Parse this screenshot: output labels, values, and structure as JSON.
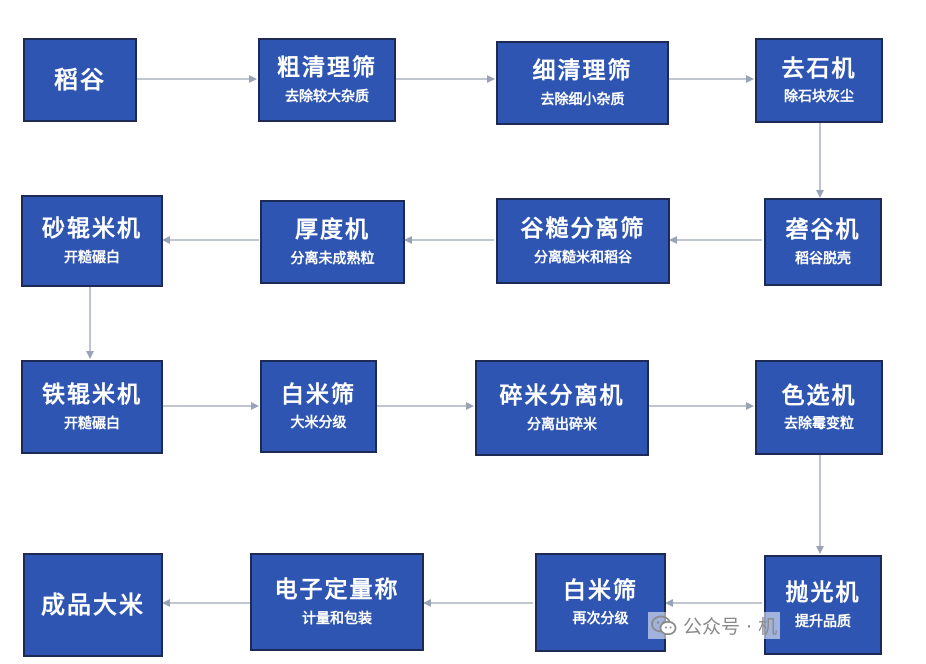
{
  "nodes": {
    "paddy": {
      "title": "稻谷",
      "sub": ""
    },
    "rough_clean": {
      "title": "粗清理筛",
      "sub": "去除较大杂质"
    },
    "fine_clean": {
      "title": "细清理筛",
      "sub": "去除细小杂质"
    },
    "destoner": {
      "title": "去石机",
      "sub": "除石块灰尘"
    },
    "husker": {
      "title": "砻谷机",
      "sub": "稻谷脱壳"
    },
    "paddy_sep": {
      "title": "谷糙分离筛",
      "sub": "分离糙米和稻谷"
    },
    "thickness": {
      "title": "厚度机",
      "sub": "分离未成熟粒"
    },
    "sand_roller": {
      "title": "砂辊米机",
      "sub": "开糙碾白"
    },
    "iron_roller": {
      "title": "铁辊米机",
      "sub": "开糙碾白"
    },
    "white_sifter1": {
      "title": "白米筛",
      "sub": "大米分级"
    },
    "broken_sep": {
      "title": "碎米分离机",
      "sub": "分离出碎米"
    },
    "color_sorter": {
      "title": "色选机",
      "sub": "去除霉变粒"
    },
    "polisher": {
      "title": "抛光机",
      "sub": "提升品质"
    },
    "white_sifter2": {
      "title": "白米筛",
      "sub": "再次分级"
    },
    "scale": {
      "title": "电子定量称",
      "sub": "计量和包装"
    },
    "finished": {
      "title": "成品大米",
      "sub": ""
    }
  },
  "watermark": {
    "text": "公众号 · 机",
    "icon": "wechat-icon"
  },
  "colors": {
    "box_fill": "#2f55b3",
    "box_border": "#1d2a55",
    "arrow": "#9aa3b5"
  }
}
